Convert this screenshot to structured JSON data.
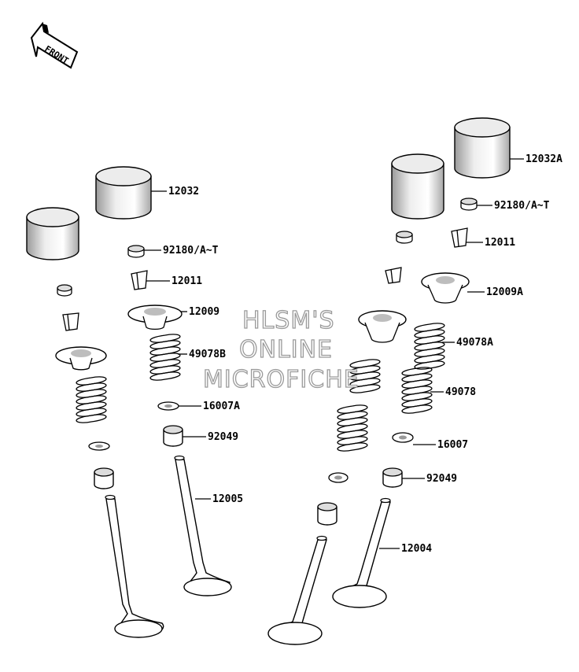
{
  "front_label": "FRONT",
  "watermark": {
    "line1": "HLSM'S",
    "line2": "ONLINE",
    "line3": "MICROFICHE"
  },
  "parts": {
    "p12032": "12032",
    "p12032A": "12032A",
    "p92180_left": "92180/A~T",
    "p92180_right": "92180/A~T",
    "p12011_left": "12011",
    "p12011_right": "12011",
    "p12009": "12009",
    "p12009A": "12009A",
    "p49078B": "49078B",
    "p49078A": "49078A",
    "p49078": "49078",
    "p16007A": "16007A",
    "p16007": "16007",
    "p92049_left": "92049",
    "p92049_right": "92049",
    "p12005": "12005",
    "p12004": "12004"
  }
}
